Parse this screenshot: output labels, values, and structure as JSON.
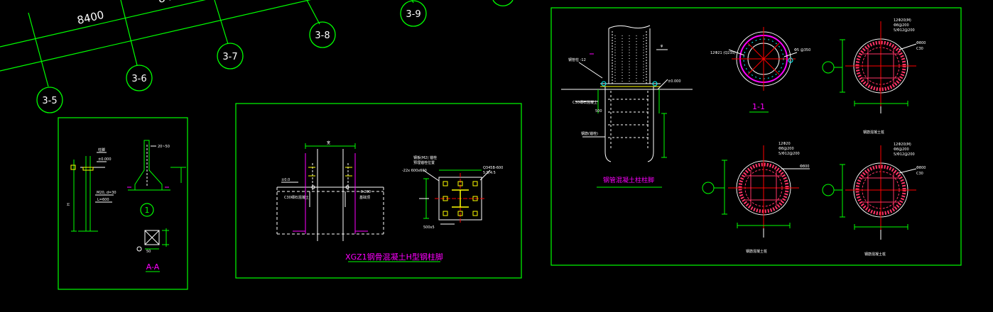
{
  "colors": {
    "background": "#000000",
    "grid_line": "#00ff00",
    "frame": "#00ff00",
    "axis_bubble": "#00ff00",
    "label_text": "#ffffff",
    "rebar": "#ff00ff",
    "steel": "#ffff00",
    "center_line": "#ff0000",
    "dimension": "#00ff00",
    "annotation": "#00ffff",
    "hatch": "#ff3366"
  },
  "grid": {
    "dimension_label": "8400",
    "axes": [
      {
        "label": "3-5"
      },
      {
        "label": "3-6"
      },
      {
        "label": "3-7"
      },
      {
        "label": "3-8"
      },
      {
        "label": "3-9"
      }
    ]
  },
  "sheet_left": {
    "detail_number": "1",
    "section_label": "A-A"
  },
  "sheet_middle": {
    "title": "XGZ1钢骨混凝土H型钢柱脚"
  },
  "sheet_right": {
    "elevation_title": "钢管混凝土柱柱脚",
    "section_label": "1-1"
  }
}
